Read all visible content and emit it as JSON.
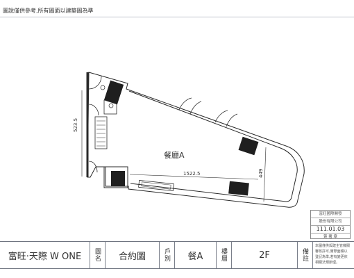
{
  "header": {
    "note": "圖說僅供參考,所有圖面以建築圖為準"
  },
  "plan": {
    "room_label": "餐廳A",
    "dim_width": "1522.5",
    "dim_height": "523.5",
    "dim_short": "449"
  },
  "stamp": {
    "line1": "富旺國際開發",
    "line2": "股份有限公司",
    "date": "111.01.03",
    "line4": "簽 署 章"
  },
  "title_block": {
    "project": "富旺·天際 W ONE",
    "drawing_name_label": "圖名",
    "drawing_name": "合約圖",
    "unit_label": "戶別",
    "unit": "餐A",
    "floor_label": "樓層",
    "floor": "2F",
    "remarks_label": "備註",
    "remarks_line1": "本圖僅供與建主管機關",
    "remarks_line2": "審核許可,實際面積以",
    "remarks_line3": "登記為準,若有變更依",
    "remarks_line4": "相關法規辦理。"
  }
}
